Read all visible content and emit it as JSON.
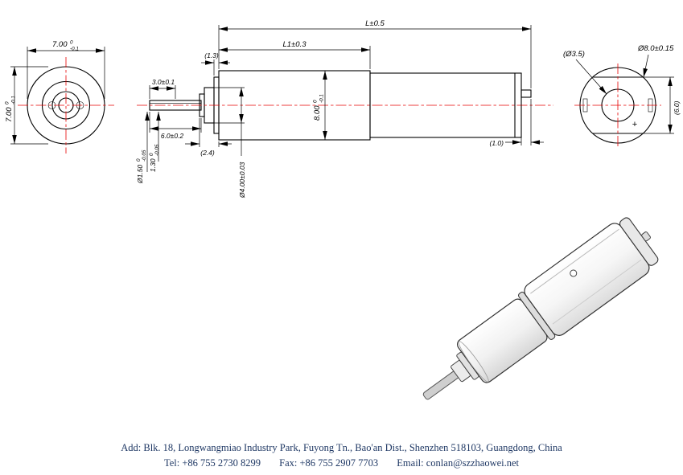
{
  "page": {
    "background": "#ffffff",
    "centerline_color": "#e60000",
    "footer_color": "#1f3864"
  },
  "front_view": {
    "width_dim": {
      "value": "7.00",
      "tol_up": "0",
      "tol_dn": "-0.1"
    },
    "height_dim": {
      "value": "7.00",
      "tol_up": "0",
      "tol_dn": "-0.1"
    }
  },
  "side_view": {
    "overall_length": "L±0.5",
    "gearbox_length": "L1±0.3",
    "front_step": "(1.3)",
    "shaft_flat_length": "3.0±0.1",
    "shaft_length": "6.0±0.2",
    "boss_length": "(2.4)",
    "shaft_dia": {
      "value": "Ø1.50",
      "tol_up": "0",
      "tol_dn": "-0.05"
    },
    "shaft_flat_height": {
      "value": "1.30",
      "tol_up": "0",
      "tol_dn": "-0.05"
    },
    "boss_dia": "Ø4.00±0.03",
    "body_dia": {
      "value": "8.00",
      "tol_up": "0",
      "tol_dn": "-0.1"
    },
    "rear_tab_length": "(1.0)"
  },
  "rear_view": {
    "hole_dia": "(Ø3.5)",
    "outer_dia": "Ø8.0±0.15",
    "across_flats": "(6.0)",
    "polarity_mark": "+"
  },
  "footer": {
    "address": "Add: Blk. 18, Longwangmiao Industry Park, Fuyong Tn., Bao'an Dist., Shenzhen 518103, Guangdong, China",
    "tel": "Tel: +86 755 2730 8299",
    "fax": "Fax: +86 755 2907 7703",
    "email": "Email: conlan@szzhaowei.net"
  }
}
